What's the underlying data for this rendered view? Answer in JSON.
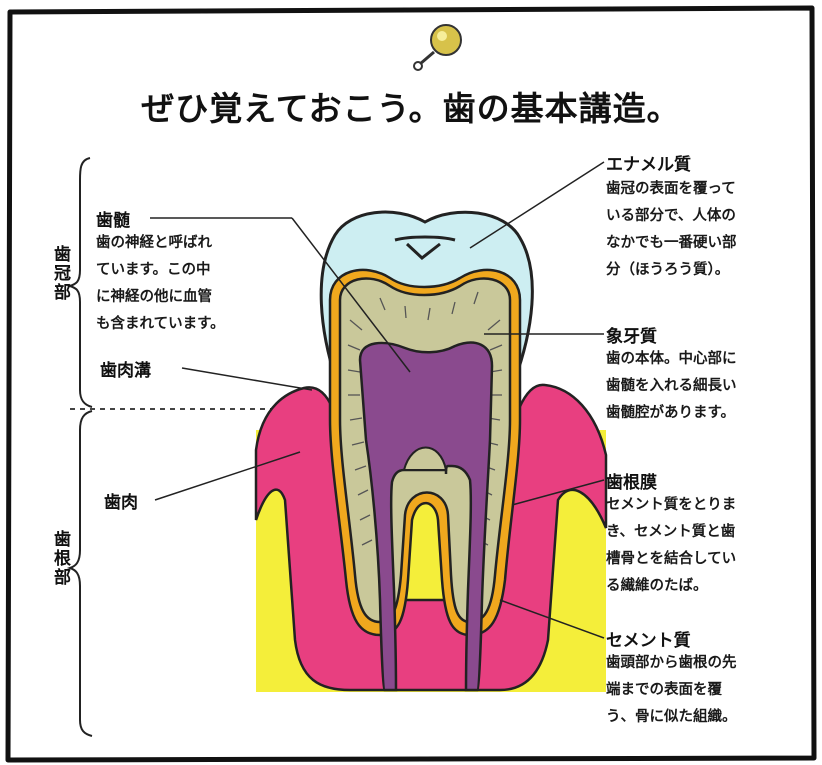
{
  "title": "ぜひ覚えておこう。歯の基本講造。",
  "regions": {
    "crown": "歯冠部",
    "root": "歯根部"
  },
  "parts": {
    "pulp": {
      "name": "歯髄",
      "desc": [
        "歯の神経と呼ばれ",
        "ています。この中",
        "に神経の他に血管",
        "も含まれています。"
      ]
    },
    "sulcus": {
      "name": "歯肉溝"
    },
    "gum": {
      "name": "歯肉"
    },
    "enamel": {
      "name": "エナメル質",
      "desc": [
        "歯冠の表面を覆って",
        "いる部分で、人体の",
        "なかでも一番硬い部",
        "分（ほうろう質）。"
      ]
    },
    "dentin": {
      "name": "象牙質",
      "desc": [
        "歯の本体。中心部に",
        "歯髄を入れる細長い",
        "歯髄腔があります。"
      ]
    },
    "ligament": {
      "name": "歯根膜",
      "desc": [
        "セメント質をとりま",
        "き、セメント質と歯",
        "槽骨とを結合してい",
        "る繊維のたば。"
      ]
    },
    "cementum": {
      "name": "セメント質",
      "desc": [
        "歯頭部から歯根の先",
        "端までの表面を覆",
        "う、骨に似た組織。"
      ]
    }
  },
  "colors": {
    "enamel": "#cdeef2",
    "dentin": "#c9c89a",
    "pulp": "#8a4a8e",
    "gum": "#e83f80",
    "bone": "#f4ee3a",
    "ligament": "#f0a81e"
  }
}
